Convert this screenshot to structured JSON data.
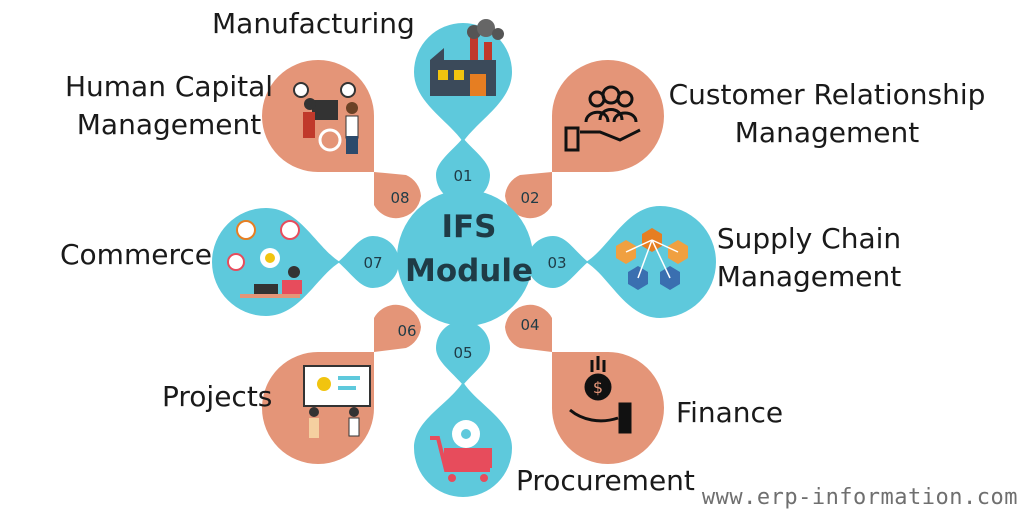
{
  "center": {
    "line1": "IFS",
    "line2": "Module"
  },
  "modules": [
    {
      "number": "01",
      "label": "Manufacturing"
    },
    {
      "number": "02",
      "label_line1": "Customer Relationship",
      "label_line2": "Management"
    },
    {
      "number": "03",
      "label_line1": "Supply Chain",
      "label_line2": "Management"
    },
    {
      "number": "04",
      "label": "Finance"
    },
    {
      "number": "05",
      "label": "Procurement"
    },
    {
      "number": "06",
      "label": "Projects"
    },
    {
      "number": "07",
      "label": "Commerce"
    },
    {
      "number": "08",
      "label_line1": "Human Capital",
      "label_line2": "Management"
    }
  ],
  "watermark": "www.erp-information.com",
  "colors": {
    "teal": "#5ec9dc",
    "salmon": "#e49578",
    "dark": "#1f3b46"
  },
  "icons": [
    "factory-icon",
    "handshake-people-icon",
    "hexagon-network-icon",
    "money-hand-icon",
    "shopping-cart-gear-icon",
    "project-team-icon",
    "commerce-people-icon",
    "hr-team-icon"
  ]
}
